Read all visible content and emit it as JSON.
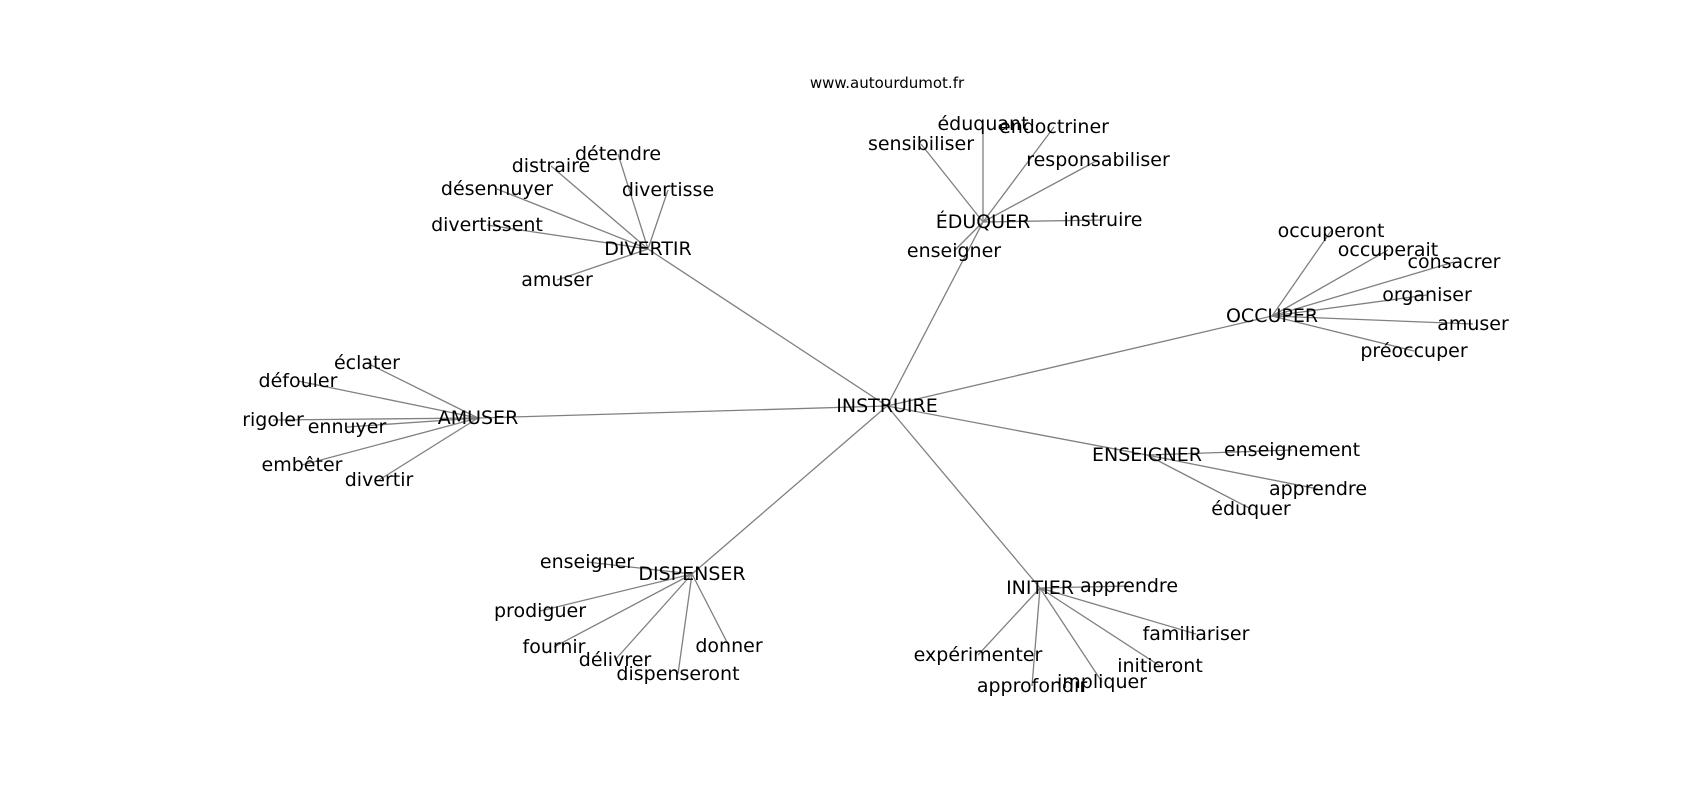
{
  "source": "www.autourdumot.fr",
  "graph": {
    "root": "INSTRUIRE",
    "hubs": [
      {
        "label": "DIVERTIR",
        "leaves": [
          "détendre",
          "distraire",
          "désennuyer",
          "divertisse",
          "divertissent",
          "amuser"
        ]
      },
      {
        "label": "ÉDUQUER",
        "leaves": [
          "éduquant",
          "endoctriner",
          "sensibiliser",
          "responsabiliser",
          "instruire",
          "enseigner"
        ]
      },
      {
        "label": "OCCUPER",
        "leaves": [
          "occuperont",
          "occuperait",
          "consacrer",
          "organiser",
          "amuser",
          "préoccuper"
        ]
      },
      {
        "label": "AMUSER",
        "leaves": [
          "éclater",
          "défouler",
          "rigoler",
          "ennuyer",
          "embêter",
          "divertir"
        ]
      },
      {
        "label": "ENSEIGNER",
        "leaves": [
          "enseignement",
          "apprendre",
          "éduquer"
        ]
      },
      {
        "label": "DISPENSER",
        "leaves": [
          "enseigner",
          "prodiguer",
          "fournir",
          "délivrer",
          "dispenseront",
          "donner"
        ]
      },
      {
        "label": "INITIER",
        "leaves": [
          "apprendre",
          "familiariser",
          "initieront",
          "impliquer",
          "approfondir",
          "expérimenter"
        ]
      }
    ]
  }
}
